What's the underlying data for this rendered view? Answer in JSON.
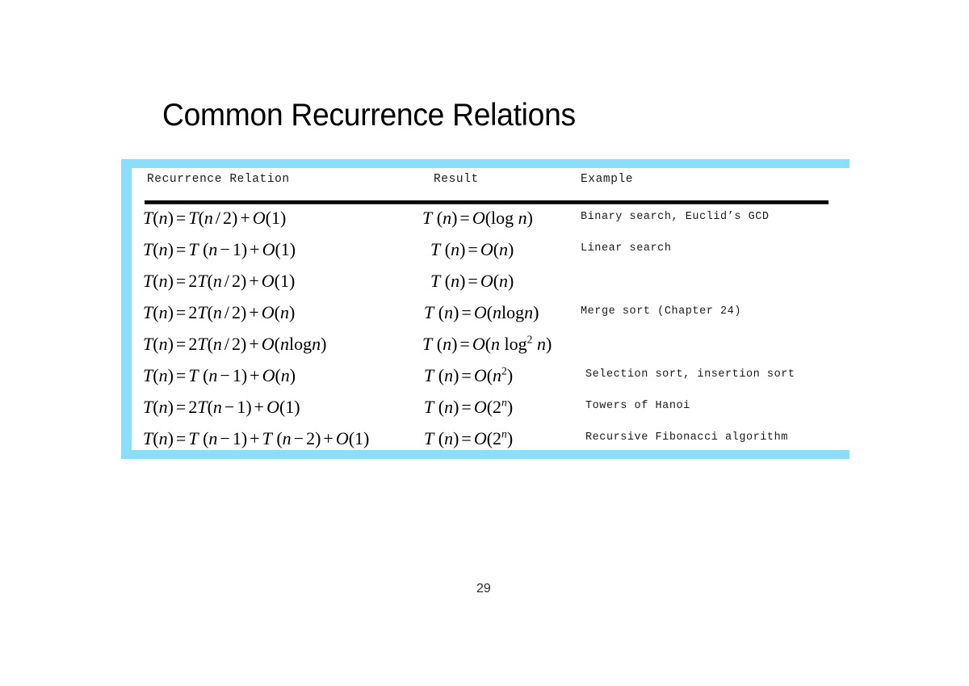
{
  "slide": {
    "title": "Common Recurrence Relations",
    "page_number": "29",
    "accent_color": "#8ADEF9",
    "background_color": "#FFFFFF",
    "text_color": "#000000"
  },
  "table": {
    "headers": {
      "recurrence": "Recurrence Relation",
      "result": "Result",
      "example": "Example"
    },
    "rows": [
      {
        "recurrence_plain": "T(n) = T(n/2) + O(1)",
        "result_plain": "T(n) = O(log n)",
        "example": "Binary search, Euclid’s GCD"
      },
      {
        "recurrence_plain": "T(n) = T(n-1) + O(1)",
        "result_plain": "T(n) = O(n)",
        "example": "Linear search"
      },
      {
        "recurrence_plain": "T(n) = 2T(n/2) + O(1)",
        "result_plain": "T(n) = O(n)",
        "example": ""
      },
      {
        "recurrence_plain": "T(n) = 2T(n/2) + O(n)",
        "result_plain": "T(n) = O(n log n)",
        "example": "Merge sort (Chapter 24)"
      },
      {
        "recurrence_plain": "T(n) = 2T(n/2) + O(n log n)",
        "result_plain": "T(n) = O(n log^2 n)",
        "example": ""
      },
      {
        "recurrence_plain": "T(n) = T(n-1) + O(n)",
        "result_plain": "T(n) = O(n^2)",
        "example": "Selection sort, insertion sort"
      },
      {
        "recurrence_plain": "T(n) = 2T(n-1) + O(1)",
        "result_plain": "T(n) = O(2^n)",
        "example": "Towers of Hanoi"
      },
      {
        "recurrence_plain": "T(n) = T(n-1) + T(n-2) + O(1)",
        "result_plain": "T(n) = O(2^n)",
        "example": "Recursive Fibonacci algorithm"
      }
    ]
  }
}
